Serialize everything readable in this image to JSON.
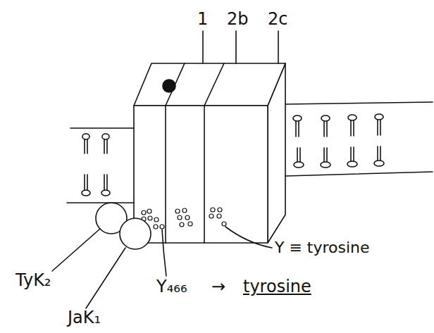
{
  "diagram": {
    "labels": [
      "1",
      "2b",
      "2c",
      "TyK₂",
      "JaK₁",
      "Y₄₆₆",
      "→",
      "tyrosine",
      "Y ≡ tyrosine"
    ]
  }
}
